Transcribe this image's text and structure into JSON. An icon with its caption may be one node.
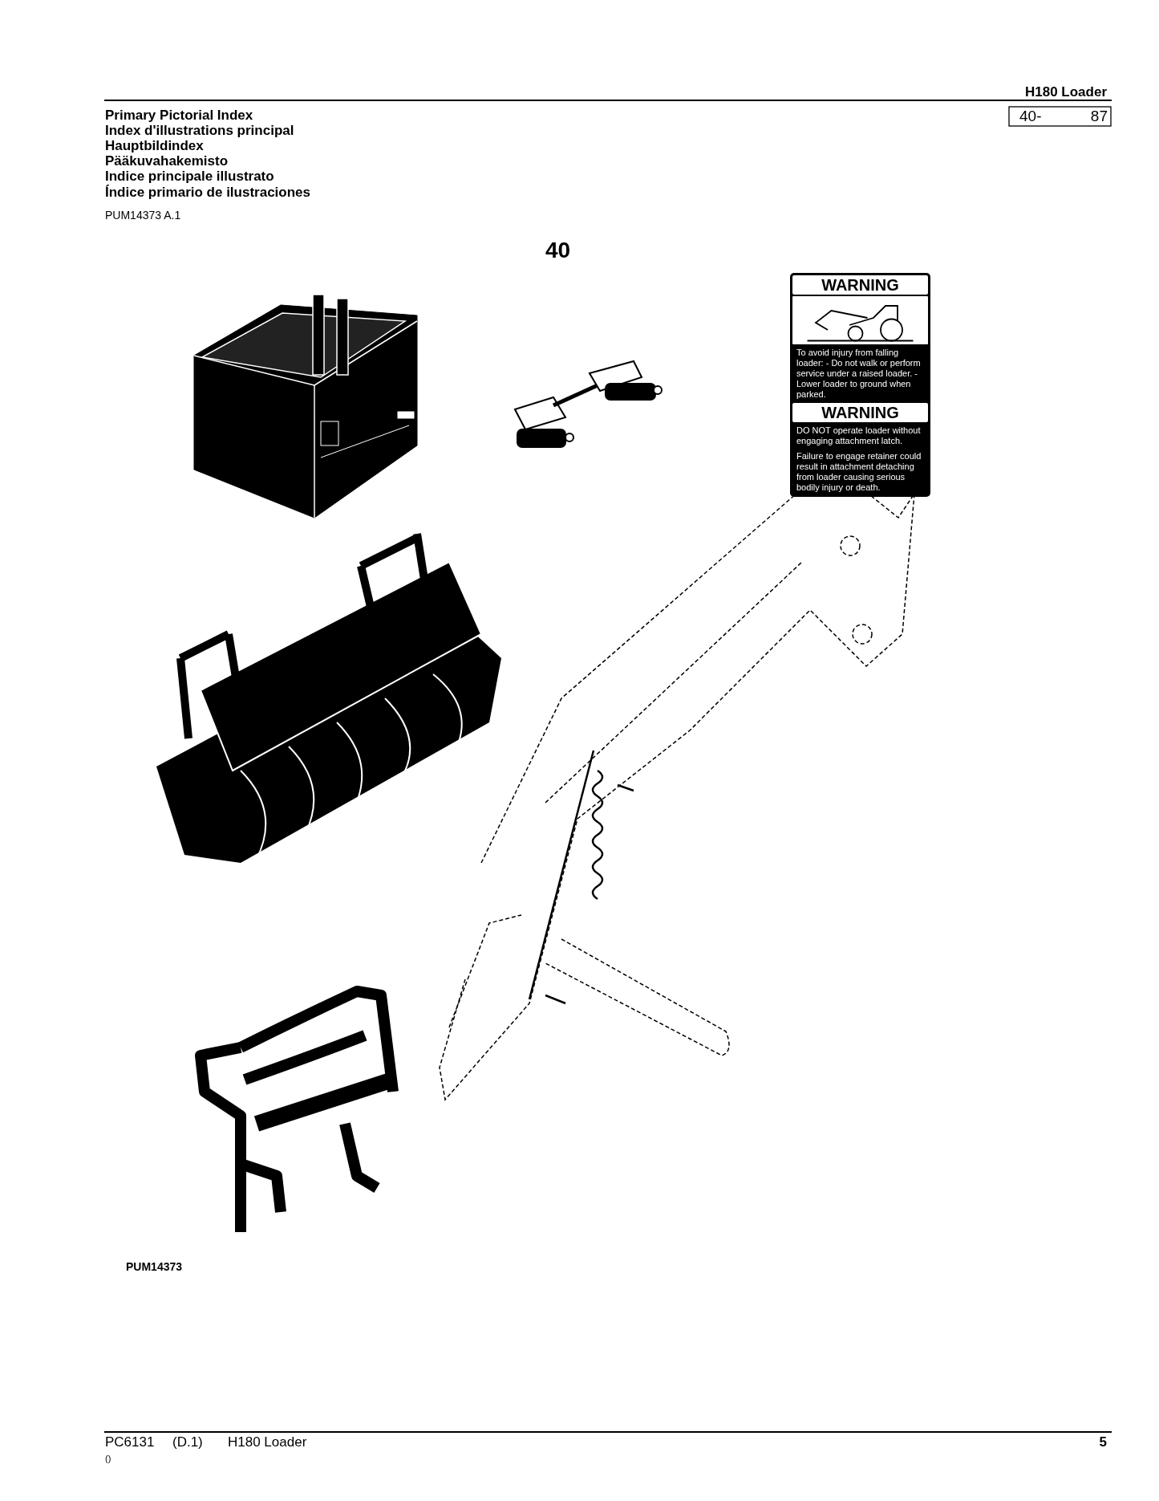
{
  "diagram": {
    "nodes": [
      {
        "text": [
          "WARNING",
          "To avoid injury from falling loader: - Do not walk or perform service under a raised loader. - Lower loader to ground when parked.",
          "WARNING",
          "DO NOT operate loader without engaging attachment latch.",
          "Failure to engage retainer could result in attachment detaching from loader causing serious bodily injury or death."
        ]
      }
    ],
    "labels": [
      "H180  Loader",
      "Primary Pictorial Index",
      "40-",
      "87",
      "Index d'illustrations principal",
      "Hauptbildindex",
      "Pääkuvahakemisto",
      "Indice principale illustrato",
      "Índice primario de ilustraciones",
      "PUM14373 A.1",
      "40",
      "PUM14373",
      "PC6131",
      "(D.1)",
      "H180 Loader",
      "5",
      "()"
    ]
  }
}
